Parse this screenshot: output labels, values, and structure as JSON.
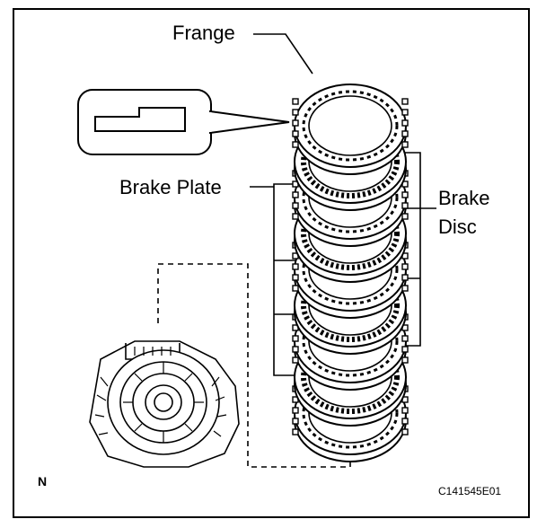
{
  "labels": {
    "flange": "Frange",
    "brake_plate": "Brake Plate",
    "brake_disc_line1": "Brake",
    "brake_disc_line2": "Disc",
    "view_letter": "N",
    "figure_code": "C141545E01"
  },
  "icons": {
    "callout": "flange-cross-section-callout",
    "housing": "transmission-housing",
    "stack": "brake-pack-stack"
  },
  "colors": {
    "ink": "#000000",
    "paper": "#ffffff"
  }
}
